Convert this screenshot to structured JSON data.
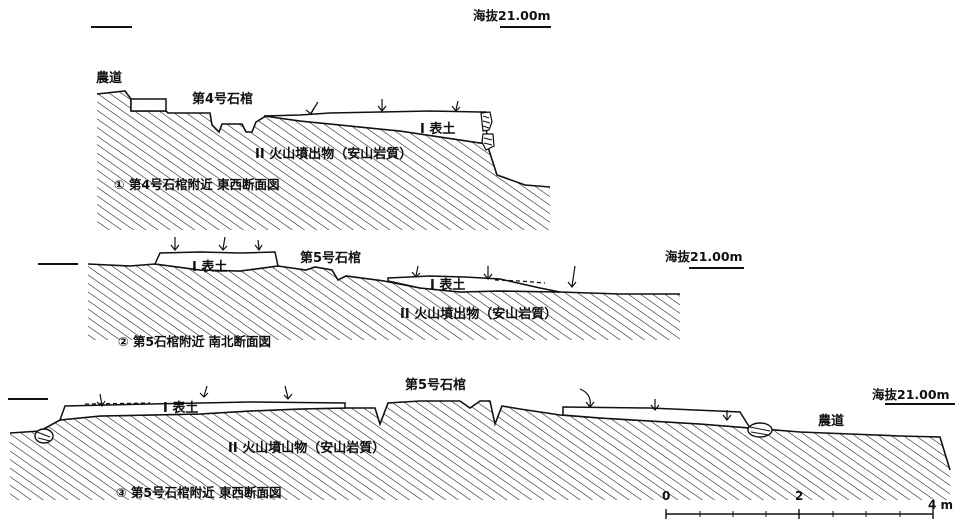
{
  "datum_label": "海抜21.00m",
  "sections": [
    {
      "caption": "① 第4号石棺附近 東西断面図",
      "labels": {
        "road": "農道",
        "coffin": "第4号石棺",
        "layer1": "I 表土",
        "layer2": "II 火山墳出物（安山岩質）"
      }
    },
    {
      "caption": "② 第5石棺附近 南北断面図",
      "labels": {
        "coffin": "第5号石棺",
        "layer1a": "I 表土",
        "layer1b": "I 表土",
        "layer2": "II 火山墳出物（安山岩質）"
      }
    },
    {
      "caption": "③ 第5号石棺附近 東西断面図",
      "labels": {
        "coffin": "第5号石棺",
        "road": "農道",
        "layer1": "I 表土",
        "layer2": "II 火山墳山物（安山岩質）"
      }
    }
  ],
  "scale": {
    "ticks": [
      "0",
      "2",
      "4 m"
    ]
  }
}
